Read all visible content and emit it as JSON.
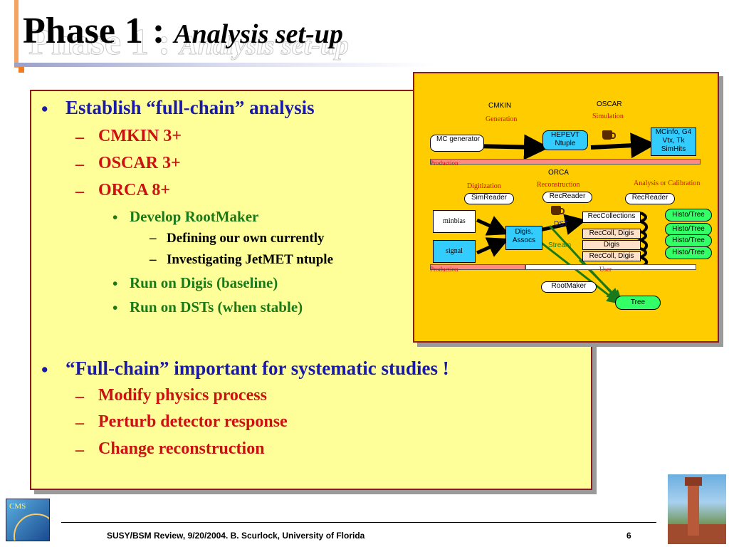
{
  "title": {
    "main": "Phase 1 :",
    "sub": "Analysis set-up"
  },
  "main": {
    "items": [
      {
        "level": 1,
        "marker": "•",
        "text": "Establish “full-chain” analysis"
      },
      {
        "level": 2,
        "marker": "–",
        "text": "CMKIN 3+"
      },
      {
        "level": 2,
        "marker": "–",
        "text": "OSCAR 3+"
      },
      {
        "level": 2,
        "marker": "–",
        "text": "ORCA 8+"
      },
      {
        "level": 3,
        "marker": "•",
        "text": "Develop RootMaker"
      },
      {
        "level": 4,
        "marker": "–",
        "text": "Defining our own currently"
      },
      {
        "level": 4,
        "marker": "–",
        "text": "Investigating JetMET ntuple"
      },
      {
        "level": 3,
        "marker": "•",
        "text": "Run on Digis (baseline)"
      },
      {
        "level": 3,
        "marker": "•",
        "text": "Run on DSTs (when stable)"
      },
      {
        "level": 1,
        "marker": "•",
        "text": "“Full-chain” important for systematic studies !"
      },
      {
        "level": 2,
        "marker": "–",
        "text": "Modify physics process"
      },
      {
        "level": 2,
        "marker": "–",
        "text": "Perturb detector response"
      },
      {
        "level": 2,
        "marker": "–",
        "text": "Change reconstruction"
      }
    ]
  },
  "diagram": {
    "cmkin": "CMKIN",
    "generation": "Generation",
    "oscar": "OSCAR",
    "simulation": "Simulation",
    "mc_generator": "MC generator",
    "hepevt": "HEPEVT Ntuple",
    "mcinfo": "MCinfo, G4 Vtx, Tk SimHits",
    "production1": "Production",
    "orca": "ORCA",
    "digitization": "Digitization",
    "reconstruction": "Reconstruction",
    "analysis": "Analysis or Calibration",
    "simreader": "SimReader",
    "recreader1": "RecReader",
    "recreader2": "RecReader",
    "minbias": "minbias",
    "signal": "signal",
    "digis_assocs": "Digis, Assocs",
    "dst": "DST",
    "stream": "Stream",
    "reccollections": "RecCollections",
    "reccoll_digis1": "RecColl, Digis",
    "digis": "Digis",
    "reccoll_digis2": "RecColl, Digis",
    "histo1": "Histo/Tree",
    "histo2": "Histo/Tree",
    "histo3": "Histo/Tree",
    "histo4": "Histo/Tree",
    "production2": "Production",
    "user": "User",
    "rootmaker": "RootMaker",
    "tree": "Tree"
  },
  "footer": {
    "text": "SUSY/BSM Review, 9/20/2004.  B. Scurlock, University of Florida",
    "page": "6",
    "cms_logo": "CMS"
  }
}
